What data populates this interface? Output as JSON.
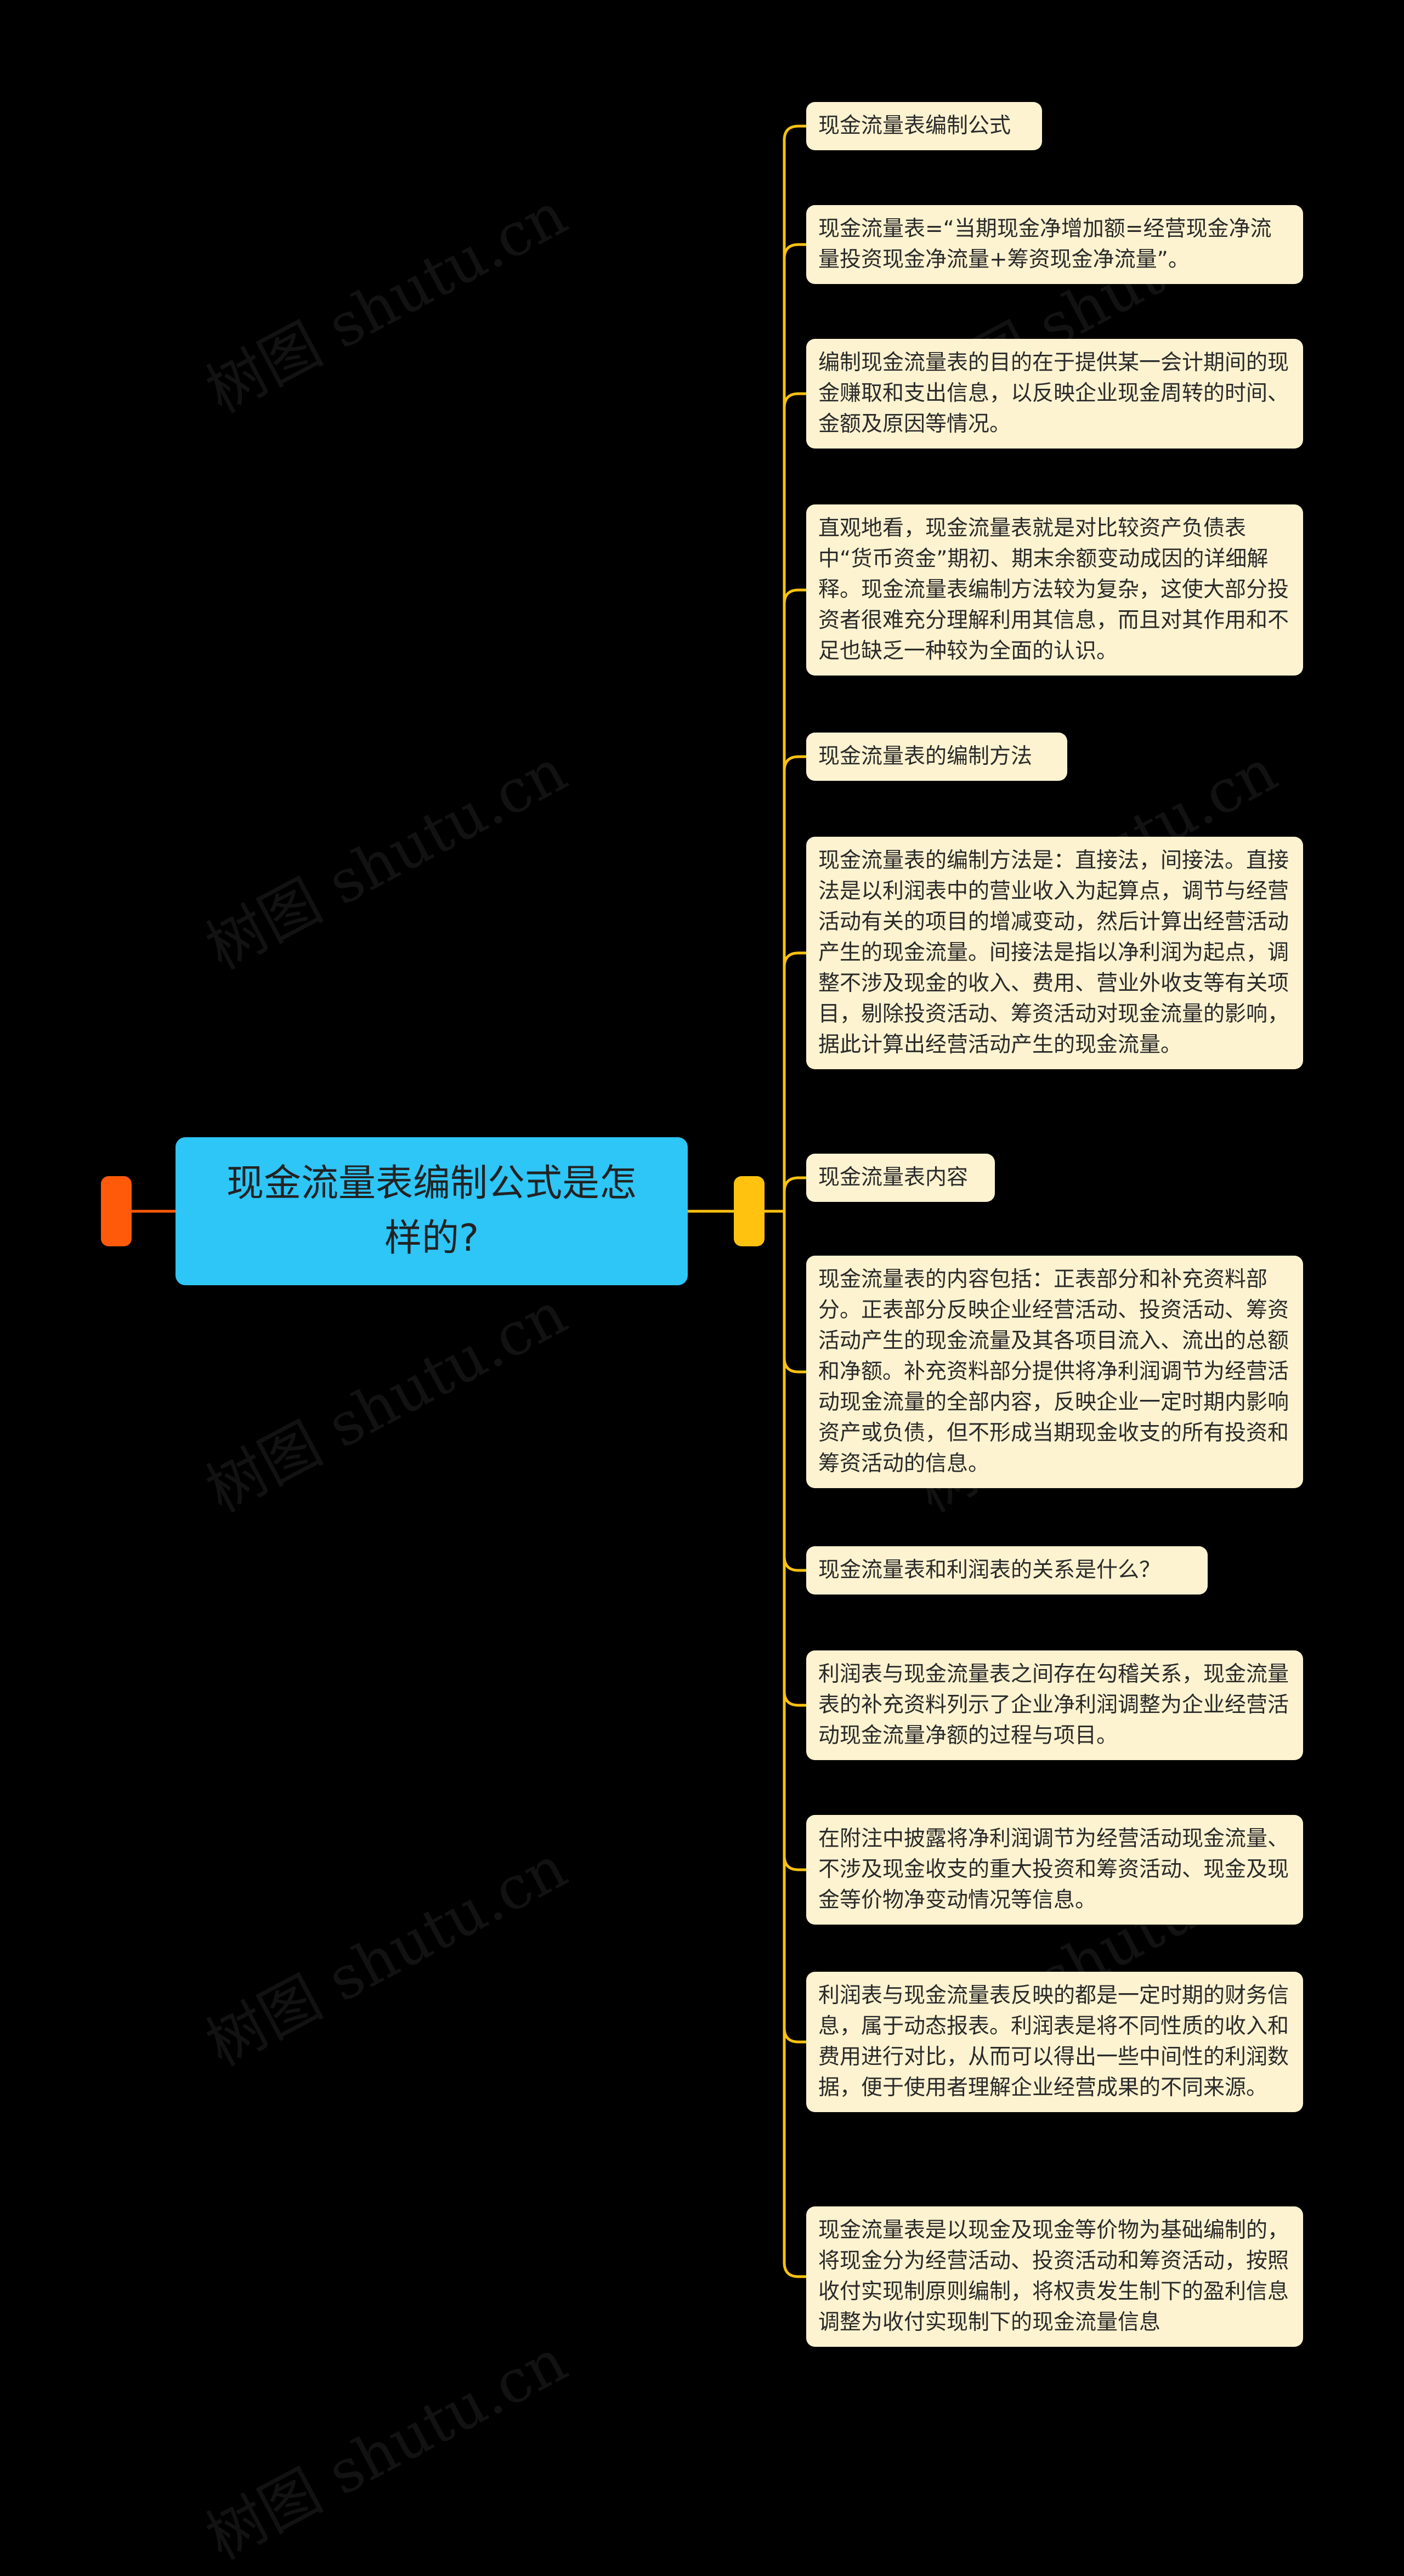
{
  "root": {
    "title": "现金流量表编制公式是怎样的?"
  },
  "watermark": "树图 shutu.cn",
  "colors": {
    "background": "#000000",
    "root_fill": "#2ec5f7",
    "left_cap": "#ff5a0a",
    "connector": "#ffc20e",
    "node_fill": "#fdf3d0"
  },
  "nodes": [
    {
      "text": "现金流量表编制公式"
    },
    {
      "text": "现金流量表=“当期现金净增加额=经营现金净流量投资现金净流量+筹资现金净流量”。"
    },
    {
      "text": "编制现金流量表的目的在于提供某一会计期间的现金赚取和支出信息，以反映企业现金周转的时间、金额及原因等情况。"
    },
    {
      "text": "直观地看，现金流量表就是对比较资产负债表中“货币资金”期初、期末余额变动成因的详细解释。现金流量表编制方法较为复杂，这使大部分投资者很难充分理解利用其信息，而且对其作用和不足也缺乏一种较为全面的认识。"
    },
    {
      "text": "现金流量表的编制方法"
    },
    {
      "text": "现金流量表的编制方法是：直接法，间接法。直接法是以利润表中的营业收入为起算点，调节与经营活动有关的项目的增减变动，然后计算出经营活动产生的现金流量。间接法是指以净利润为起点，调整不涉及现金的收入、费用、营业外收支等有关项目，剔除投资活动、筹资活动对现金流量的影响，据此计算出经营活动产生的现金流量。"
    },
    {
      "text": "现金流量表内容"
    },
    {
      "text": "现金流量表的内容包括：正表部分和补充资料部分。正表部分反映企业经营活动、投资活动、筹资活动产生的现金流量及其各项目流入、流出的总额和净额。补充资料部分提供将净利润调节为经营活动现金流量的全部内容，反映企业一定时期内影响资产或负债，但不形成当期现金收支的所有投资和筹资活动的信息。"
    },
    {
      "text": "现金流量表和利润表的关系是什么？"
    },
    {
      "text": "利润表与现金流量表之间存在勾稽关系，现金流量表的补充资料列示了企业净利润调整为企业经营活动现金流量净额的过程与项目。"
    },
    {
      "text": "在附注中披露将净利润调节为经营活动现金流量、不涉及现金收支的重大投资和筹资活动、现金及现金等价物净变动情况等信息。"
    },
    {
      "text": "利润表与现金流量表反映的都是一定时期的财务信息，属于动态报表。利润表是将不同性质的收入和费用进行对比，从而可以得出一些中间性的利润数据，便于使用者理解企业经营成果的不同来源。"
    },
    {
      "text": "现金流量表是以现金及现金等价物为基础编制的，将现金分为经营活动、投资活动和筹资活动，按照收付实现制原则编制，将权责发生制下的盈利信息调整为收付实现制下的现金流量信息"
    }
  ]
}
